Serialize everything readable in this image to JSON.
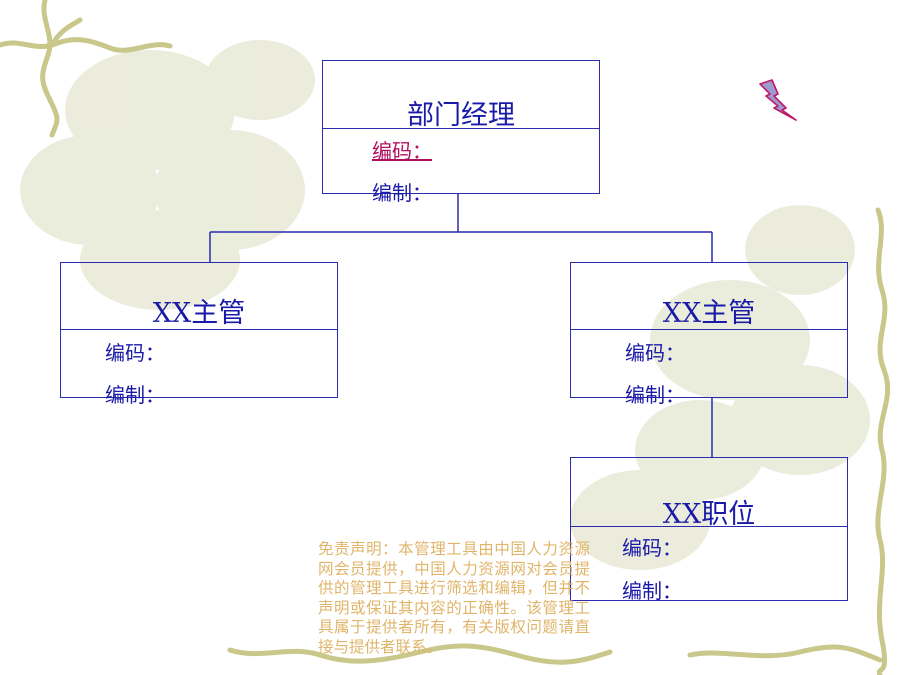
{
  "diagram": {
    "root": {
      "title": "部门经理",
      "code_label": "编码：",
      "compile_label": "编制："
    },
    "left_child": {
      "title": "XX主管",
      "code_label": "编码：",
      "compile_label": "编制："
    },
    "right_child": {
      "title": "XX主管",
      "code_label": "编码：",
      "compile_label": "编制："
    },
    "grandchild": {
      "title": "XX职位",
      "code_label": "编码：",
      "compile_label": "编制："
    }
  },
  "disclaimer": {
    "text": "免责声明：本管理工具由中国人力资源网会员提供，中国人力资源网对会员提供的管理工具进行筛选和编辑，但并不声明或保证其内容的正确性。该管理工具属于提供者所有，有关版权问题请直接与提供者联系。"
  },
  "icons": {
    "bolt": "lightning-bolt-icon"
  },
  "colors": {
    "box_border": "#2b2bb0",
    "text": "#1a1aa8",
    "highlight": "#b01060",
    "disclaimer": "#e0b56a",
    "bolt_fill": "#9c9cd0",
    "bolt_stroke": "#c0186a"
  }
}
